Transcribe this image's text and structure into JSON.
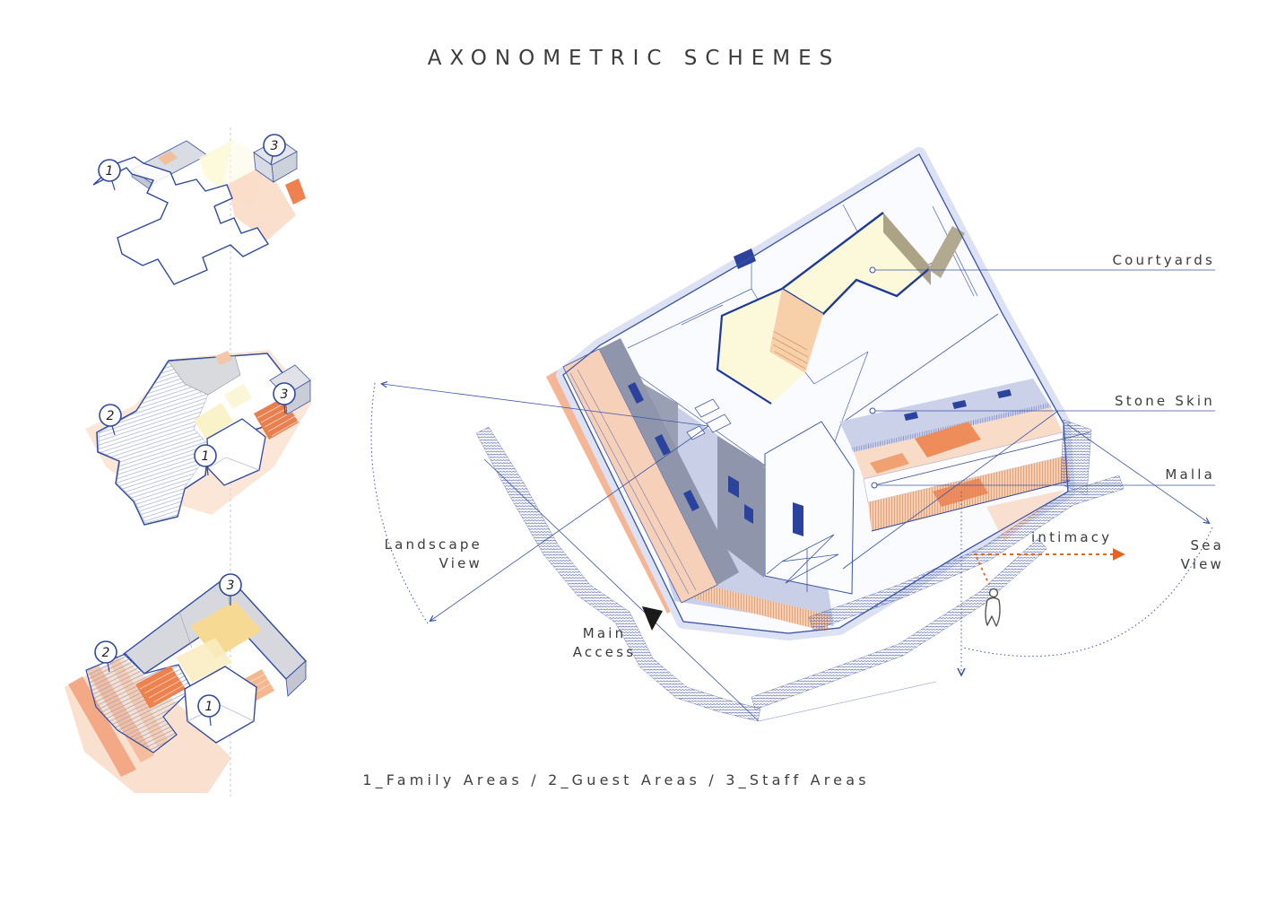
{
  "title": "AXONOMETRIC SCHEMES",
  "caption": "1_Family Areas / 2_Guest Areas / 3_Staff Areas",
  "annotations": {
    "courtyards": "Courtyards",
    "stone_skin": "Stone Skin",
    "malla": "Malla",
    "landscape_view": {
      "line1": "Landscape",
      "line2": "View"
    },
    "sea_view": {
      "line1": "Sea",
      "line2": "View"
    },
    "intimacy": "intimacy",
    "main_access": {
      "line1": "Main",
      "line2": "Access"
    }
  },
  "level_markers": {
    "family": "1",
    "guest": "2",
    "staff": "3"
  },
  "colors": {
    "line_blue": "#3b54a6",
    "navy_accent": "#1e3a97",
    "halo": "#dce2f3",
    "roof_white": "#fafbfe",
    "wall_gray": "#8f96ab",
    "wall_lavender": "#c9cfe6",
    "courtyard_yellow": "#fcf8da",
    "terrace_peach": "#f7d6c0",
    "accent_orange": "#ee8c5a",
    "mesh_blue": "#47599f",
    "arrow_orange": "#e8631f",
    "text": "#3c3c3c"
  }
}
